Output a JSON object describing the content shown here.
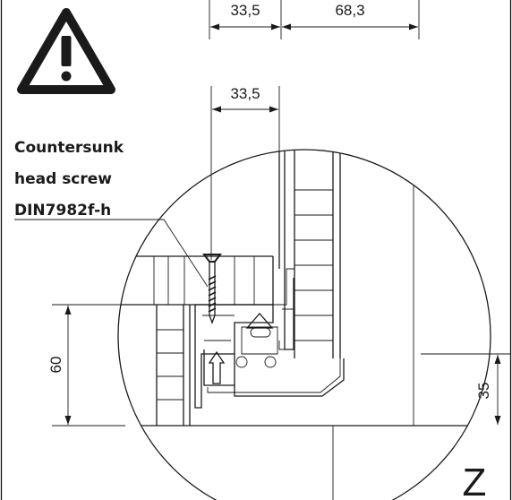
{
  "dimensions": {
    "top_left": "33,5",
    "top_right": "68,3",
    "middle": "33,5",
    "left_height": "60",
    "right_height": "35"
  },
  "labels": {
    "screw_line1": "Countersunk",
    "screw_line2": "head screw",
    "screw_line3": "DIN7982f-h"
  },
  "detail_letter": "Z",
  "icons": {
    "warning": "warning-triangle-icon"
  }
}
